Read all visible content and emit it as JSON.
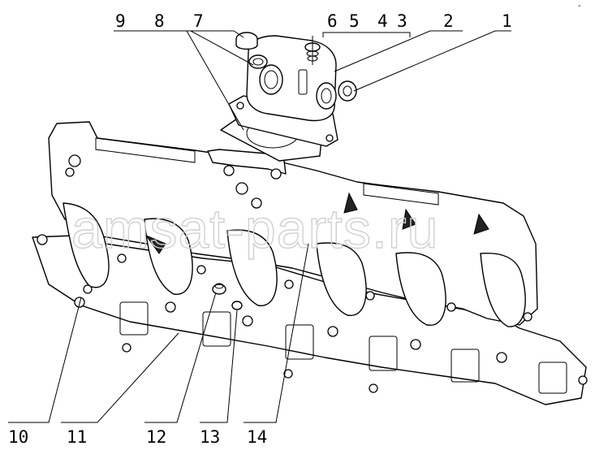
{
  "diagram": {
    "callouts": [
      {
        "id": "c1",
        "label": "1"
      },
      {
        "id": "c2",
        "label": "2"
      },
      {
        "id": "c3",
        "label": "3"
      },
      {
        "id": "c4",
        "label": "4"
      },
      {
        "id": "c5",
        "label": "5"
      },
      {
        "id": "c6",
        "label": "6"
      },
      {
        "id": "c7",
        "label": "7"
      },
      {
        "id": "c8",
        "label": "8"
      },
      {
        "id": "c9",
        "label": "9"
      },
      {
        "id": "c10",
        "label": "10"
      },
      {
        "id": "c11",
        "label": "11"
      },
      {
        "id": "c12",
        "label": "12"
      },
      {
        "id": "c13",
        "label": "13"
      },
      {
        "id": "c14",
        "label": "14"
      }
    ],
    "watermark": "amsat-parts.ru",
    "corner_mark": "-"
  }
}
